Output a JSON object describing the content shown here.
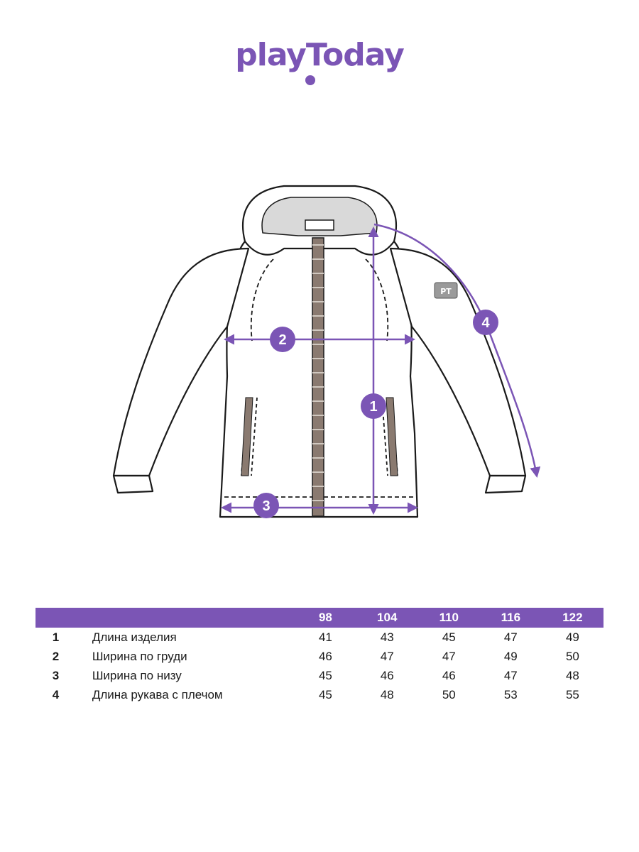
{
  "brand": {
    "logo_text": "playToday"
  },
  "diagram": {
    "badge_label": "PT",
    "markers": [
      "1",
      "2",
      "3",
      "4"
    ]
  },
  "size_table": {
    "sizes": [
      "98",
      "104",
      "110",
      "116",
      "122"
    ],
    "rows": [
      {
        "num": "1",
        "label": "Длина изделия",
        "values": [
          "41",
          "43",
          "45",
          "47",
          "49"
        ]
      },
      {
        "num": "2",
        "label": "Ширина по груди",
        "values": [
          "46",
          "47",
          "47",
          "49",
          "50"
        ]
      },
      {
        "num": "3",
        "label": "Ширина по низу",
        "values": [
          "45",
          "46",
          "46",
          "47",
          "48"
        ]
      },
      {
        "num": "4",
        "label": "Длина рукава с плечом",
        "values": [
          "45",
          "48",
          "50",
          "53",
          "55"
        ]
      }
    ]
  },
  "colors": {
    "accent": "#7b55b5",
    "line": "#1a1a1a",
    "zipper": "#8a7a70",
    "hood_lining": "#d9d9d9"
  }
}
